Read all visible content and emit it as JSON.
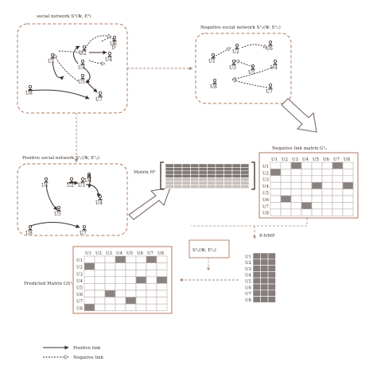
{
  "colors": {
    "ink": "#3a2e28",
    "box_border": "#b07a60",
    "dash_arrow": "#a88a78",
    "fill_cell": "#8a8280",
    "grid_line": "#b9afab",
    "hollow_arrow": "#7a6e68"
  },
  "panels": {
    "social": {
      "title": "social network S¹(𝒰, E¹)",
      "nodes": [
        "U1",
        "U2",
        "U3",
        "U4",
        "U5",
        "U6",
        "U7",
        "U8"
      ]
    },
    "negative": {
      "title": "Negative social network S¹ₙ(𝒰, E¹ₙ)",
      "nodes": [
        "U1",
        "U2",
        "U3",
        "U4",
        "U5",
        "U6",
        "U7",
        "U8"
      ]
    },
    "positive": {
      "title": "Positive social network S¹ₚ(𝒰, E¹ₚ)",
      "nodes": [
        "U1",
        "U2",
        "U3",
        "U4",
        "U5",
        "U6",
        "U7",
        "U8"
      ]
    }
  },
  "matrix_h": {
    "label": "Matrix H¹"
  },
  "negative_matrix": {
    "label": "Negative link matrix G¹ₙ",
    "col_headers": [
      "U1",
      "U2",
      "U3",
      "U4",
      "U5",
      "U6",
      "U7",
      "U8"
    ],
    "row_headers": [
      "U1",
      "U2",
      "U3",
      "U4",
      "U5",
      "U6",
      "U7",
      "U8"
    ],
    "filled": [
      [
        0,
        2
      ],
      [
        0,
        6
      ],
      [
        1,
        0
      ],
      [
        3,
        4
      ],
      [
        3,
        7
      ],
      [
        5,
        1
      ],
      [
        6,
        3
      ]
    ]
  },
  "pnmf": {
    "label": "P-NMF",
    "row_headers": [
      "U1",
      "U2",
      "U3",
      "U4",
      "U5",
      "U6",
      "U7",
      "U8"
    ]
  },
  "small_box": {
    "label": "S¹ₚ(𝒰, E¹ₚ)"
  },
  "predicted_matrix": {
    "label": "Predicted Matrix GS¹ₙ",
    "col_headers": [
      "U1",
      "U2",
      "U3",
      "U4",
      "U5",
      "U6",
      "U7",
      "U8"
    ],
    "row_headers": [
      "U1",
      "U2",
      "U3",
      "U4",
      "U5",
      "U6",
      "U7",
      "U8"
    ],
    "filled": [
      [
        0,
        3
      ],
      [
        0,
        6
      ],
      [
        1,
        0
      ],
      [
        3,
        5
      ],
      [
        3,
        7
      ],
      [
        5,
        2
      ],
      [
        6,
        4
      ],
      [
        7,
        0
      ]
    ]
  },
  "legend": {
    "positive": "Positive link",
    "negative": "Negative link"
  }
}
